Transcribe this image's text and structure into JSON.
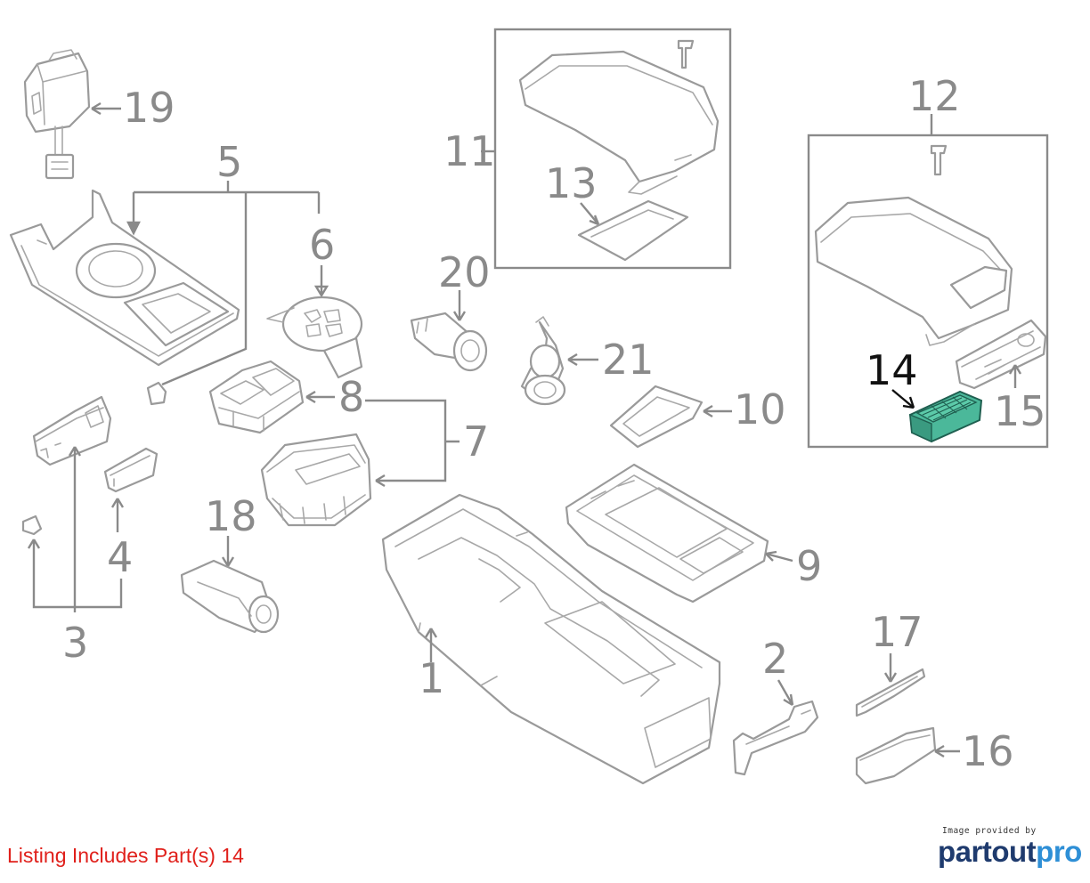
{
  "diagram": {
    "callouts": {
      "c1": "1",
      "c2": "2",
      "c3": "3",
      "c4": "4",
      "c5": "5",
      "c6": "6",
      "c7": "7",
      "c8": "8",
      "c9": "9",
      "c10": "10",
      "c11": "11",
      "c12": "12",
      "c13": "13",
      "c14": "14",
      "c15": "15",
      "c16": "16",
      "c17": "17",
      "c18": "18",
      "c19": "19",
      "c20": "20",
      "c21": "21"
    },
    "highlighted_part": "14",
    "colors": {
      "line": "#8a8a8a",
      "highlight_fill": "#4bb89a",
      "highlight_label": "#111111"
    }
  },
  "footer": {
    "listing": "Listing Includes Part(s) 14",
    "listing_color": "#e0201b",
    "provider_caption": "Image provided by",
    "brand_part": "partout",
    "brand_pro": "pro",
    "brand_color_dark": "#1f3b6e",
    "brand_color_light": "#2e8fd6"
  }
}
